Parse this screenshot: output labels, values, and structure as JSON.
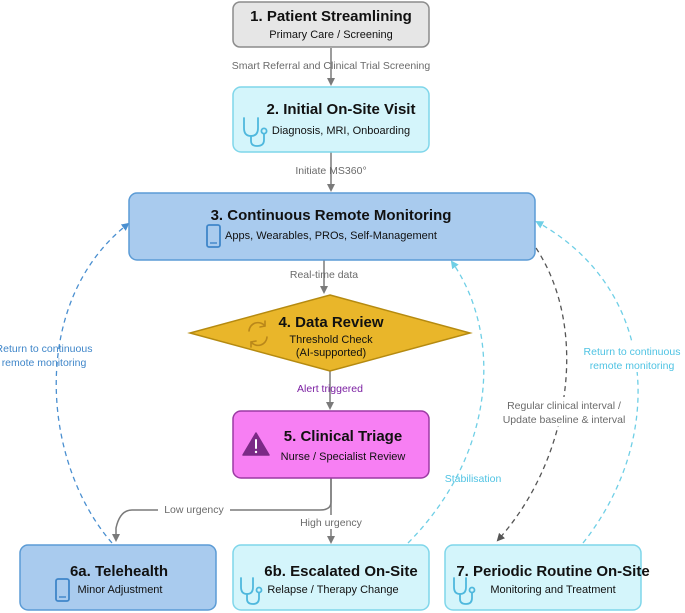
{
  "nodes": {
    "n1": {
      "title": "1. Patient Streamlining",
      "subtitle": "Primary Care / Screening"
    },
    "n2": {
      "title": "2. Initial On-Site Visit",
      "subtitle": "Diagnosis, MRI, Onboarding",
      "icon": "stethoscope-icon"
    },
    "n3": {
      "title": "3. Continuous Remote Monitoring",
      "subtitle": "Apps, Wearables, PROs, Self-Management",
      "icon": "smartphone-icon"
    },
    "n4": {
      "title": "4. Data Review",
      "subtitle_line1": "Threshold Check",
      "subtitle_line2": "(AI-supported)",
      "icon": "refresh-cycle-icon"
    },
    "n5": {
      "title": "5. Clinical Triage",
      "subtitle": "Nurse / Specialist Review",
      "icon": "warning-icon"
    },
    "n6a": {
      "title": "6a. Telehealth",
      "subtitle": "Minor Adjustment",
      "icon": "smartphone-icon"
    },
    "n6b": {
      "title": "6b. Escalated On-Site",
      "subtitle": "Relapse  / Therapy Change",
      "icon": "stethoscope-icon"
    },
    "n7": {
      "title": "7. Periodic Routine On-Site",
      "subtitle": "Monitoring and Treatment",
      "icon": "stethoscope-icon"
    }
  },
  "edges": {
    "e1_2": "Smart Referral and Clinical Trial Screening",
    "e2_3": "Initiate MS360°",
    "e3_4": "Real-time data",
    "e4_5": "Alert triggered",
    "e5_6a": "Low urgency",
    "e5_6b": "High urgency",
    "e6a_3_line1": "Return to continuous",
    "e6a_3_line2": "remote monitoring",
    "e6b_3": "Stabilisation",
    "e3_7_line1": "Regular clinical interval /",
    "e3_7_line2": "Update baseline & interval",
    "e7_3_line1": "Return to continuous",
    "e7_3_line2": "remote monitoring"
  },
  "colors": {
    "gray_fill": "#e6e6e6",
    "gray_stroke": "#8c8c8c",
    "cyan_fill": "#d4f5fb",
    "cyan_stroke": "#7fd6ea",
    "blue_fill": "#a9cbee",
    "blue_stroke": "#5b9bd5",
    "diamond_fill": "#e9b62a",
    "diamond_stroke": "#b58a10",
    "magenta_fill": "#f77ff3",
    "magenta_stroke": "#9b3aa3",
    "arrow_gray": "#7a7a7a",
    "arrow_cyan": "#6fcfe6",
    "arrow_blue": "#4a8fd0",
    "arrow_dark": "#555555"
  }
}
